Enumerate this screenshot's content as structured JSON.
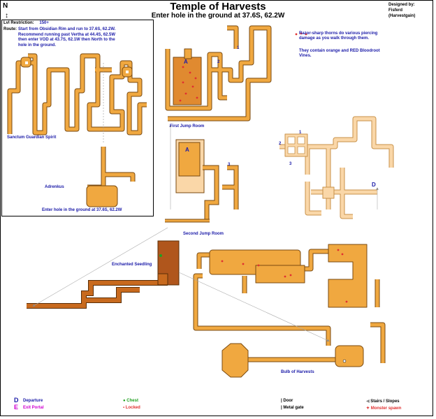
{
  "header": {
    "title": "Temple of Harvests",
    "subtitle": "Enter hole in the ground at 37.6S, 62.2W",
    "compass": "N",
    "designer_label": "Designed by:",
    "designer_name": "Fisferd",
    "designer_server": "(Harvestgain)"
  },
  "route_box": {
    "lvl_label": "Lvl Restriction:",
    "lvl_value": "150+",
    "route_label": "Route:",
    "route_lines": [
      "Start from Obsidian Rim and run to 37.6S, 62.2W.",
      "Recommend running past Vertha at 44.4S, 62.5W",
      "then enter VOD at 43.7S, 62.1W then North to the",
      "hole in the ground."
    ],
    "labels": {
      "sanctum": "Sanctum Guardian Spirit",
      "adrenkus": "Adrenkus",
      "enter_hole": "Enter hole in the ground at 37.6S, 62.2W"
    }
  },
  "notes": {
    "thorns": "Razor-sharp thorns do various piercing",
    "thorns2": "damage as you walk through them.",
    "vines": "They contain orange and RED Bloodroot",
    "vines2": "Vines."
  },
  "map_labels": {
    "first_jump": "First Jump Room",
    "second_jump": "Second Jump Room",
    "enchanted": "Enchanted Seedling",
    "bulb": "Bulb of Harvests",
    "A": "A",
    "A2": "A",
    "D": "D",
    "n1a": "1",
    "n2a": "2",
    "n1b": "1",
    "n2b": "2",
    "n3b": "3",
    "n3a": "3"
  },
  "legend": {
    "departure_sym": "D",
    "departure": "Departure",
    "exit_sym": "E",
    "exit": "Exit Portal",
    "chest": "Chest",
    "locked": "Locked",
    "door": "Door",
    "metal_gate": "Metal gate",
    "stairs": "Stairs / Slopes",
    "monster": "Monster spawn"
  },
  "colors": {
    "corridor": "#f0a840",
    "corridor_light": "#fad7a8",
    "corridor_brown": "#c86a1e",
    "outline": "#7a4a10",
    "room_dark": "#b0561c",
    "text_blue": "#1a1aa8",
    "monster": "#e03030",
    "chest": "#20a020",
    "exit": "#d000d0"
  }
}
